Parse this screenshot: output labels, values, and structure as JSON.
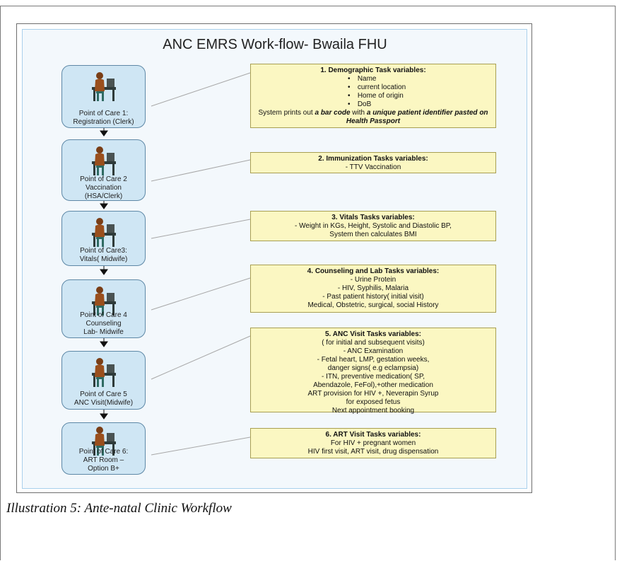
{
  "diagram": {
    "title": "ANC EMRS Work-flow- Bwaila FHU",
    "stages": [
      {
        "label": "Point of Care 1:\nRegistration (Clerk)"
      },
      {
        "label": "Point of Care 2\nVaccination\n(HSA/Clerk)"
      },
      {
        "label": "Point of Care3:\nVitals( Midwife)"
      },
      {
        "label": "Point of Care 4\nCounseling\nLab- Midwife"
      },
      {
        "label": "Point of Care 5\nANC Visit(Midwife)"
      },
      {
        "label": "Point of Care 6:\nART Room –\nOption B+"
      }
    ],
    "tasks": [
      {
        "title": "1. Demographic Task variables:",
        "bullets": [
          "Name",
          "current location",
          "Home of origin",
          "DoB"
        ],
        "note_prefix": "System prints out ",
        "note_bold": "a bar code",
        "note_mid": " with ",
        "note_bold2": "a unique patient identifier pasted on Health Passport"
      },
      {
        "title": "2. Immunization  Tasks variables:",
        "lines": [
          "- TTV Vaccination"
        ]
      },
      {
        "title": "3. Vitals  Tasks variables:",
        "lines": [
          "- Weight in KGs, Height, Systolic and Diastolic BP,",
          "System then calculates BMI"
        ]
      },
      {
        "title": "4. Counseling and Lab Tasks variables:",
        "lines": [
          "- Urine Protein",
          "- HIV,  Syphilis, Malaria",
          "- Past patient history( initial visit)",
          "Medical, Obstetric, surgical, social History"
        ]
      },
      {
        "title": "5. ANC  Visit Tasks variables:",
        "lines": [
          "( for initial and subsequent visits)",
          "- ANC Examination",
          "- Fetal heart, LMP, gestation weeks,",
          "danger signs( e.g eclampsia)",
          "- ITN, preventive medication( SP,",
          "Abendazole, FeFol),+other medication",
          "ART provision for HIV +, Neverapin Syrup",
          "for exposed fetus",
          "Next appointment booking"
        ]
      },
      {
        "title": "6. ART  Visit Tasks variables:",
        "lines": [
          "For HIV + pregnant women",
          "HIV first visit, ART visit, drug dispensation"
        ]
      }
    ],
    "icons": {
      "stage": "clerk-at-desk-icon",
      "arrow": "arrow-down-icon"
    },
    "colors": {
      "stage_fill": "#cfe6f4",
      "stage_border": "#5e88a6",
      "task_fill": "#fbf7c2",
      "task_border": "#a89f52",
      "panel": "#f3f8fc"
    }
  },
  "caption": "Illustration 5: Ante-natal Clinic Workflow"
}
